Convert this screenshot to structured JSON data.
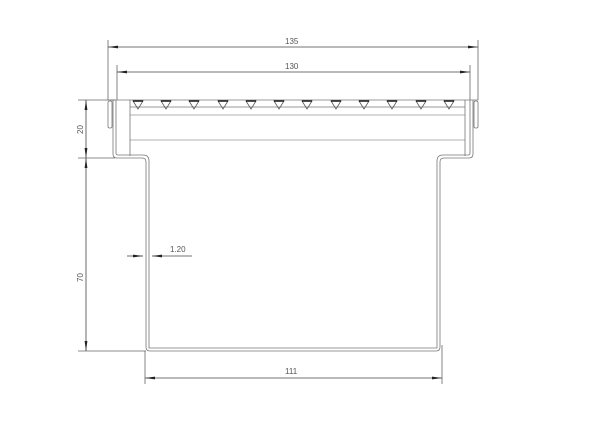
{
  "drawing": {
    "type": "technical cross-section drawing",
    "line_color": "#7a7a7a",
    "dim_color": "#444444",
    "dimensions": {
      "overall_width": "135",
      "inner_width": "130",
      "top_height": "20",
      "body_height": "70",
      "wall_thickness": "1.20",
      "bottom_width": "111"
    },
    "grating_teeth_count": 12
  }
}
